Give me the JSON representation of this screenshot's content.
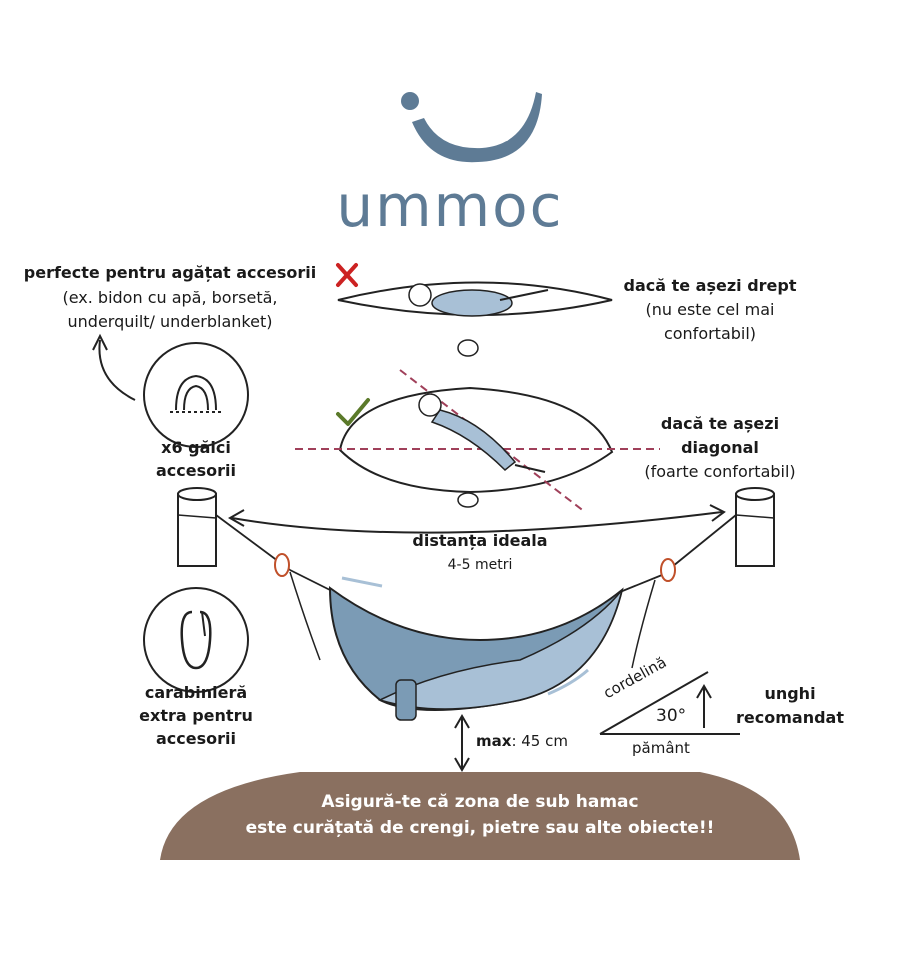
{
  "brand": {
    "name": "ummoc",
    "color": "#5e7b95"
  },
  "colors": {
    "hammock_dark": "#7b9bb5",
    "hammock_light": "#a8c0d6",
    "ground": "#8a7060",
    "diagonal_line": "#a0405a",
    "wrong_mark": "#cc2222",
    "right_mark": "#5b7a2a"
  },
  "accessories": {
    "title": "perfecte pentru agățat accesorii",
    "line2": "(ex. bidon cu apă, borsetă,",
    "line3": "underquilt/ underblanket)",
    "loops_line1": "x6 găici",
    "loops_line2": "accesorii",
    "carabiner_line1": "carabinieră",
    "carabiner_line2": "extra pentru",
    "carabiner_line3": "accesorii"
  },
  "straight": {
    "title": "dacă te așezi drept",
    "line2": "(nu este cel mai",
    "line3": "confortabil)",
    "mark_icon": "cross-icon"
  },
  "diagonal": {
    "title_line1": "dacă te așezi",
    "title_line2": "diagonal",
    "line3": "(foarte confortabil)",
    "mark_icon": "check-icon"
  },
  "distance": {
    "title": "distanța ideala",
    "value": "4-5 metri"
  },
  "height": {
    "label": "max",
    "value": ": 45 cm"
  },
  "angle": {
    "cord_label": "cordelină",
    "degrees": "30°",
    "ground_label": "pământ",
    "title_line1": "unghi",
    "title_line2": "recomandat"
  },
  "warning": {
    "line1": "Asigură-te că zona de sub hamac",
    "line2": "este curățată de crengi, pietre sau alte obiecte!!"
  }
}
